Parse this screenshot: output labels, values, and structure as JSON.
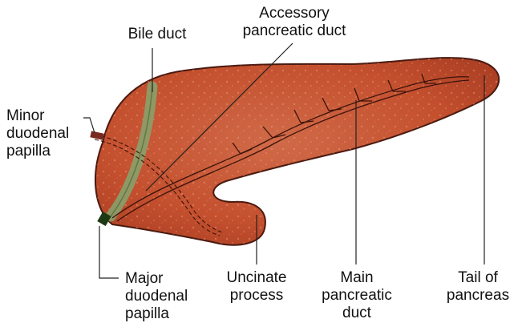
{
  "diagram": {
    "labels": {
      "bile_duct": [
        "Bile duct"
      ],
      "accessory_duct": [
        "Accessory",
        "pancreatic duct"
      ],
      "minor_papilla": [
        "Minor",
        "duodenal",
        "papilla"
      ],
      "major_papilla": [
        "Major",
        "duodenal",
        "papilla"
      ],
      "uncinate": [
        "Uncinate",
        "process"
      ],
      "main_duct": [
        "Main",
        "pancreatic",
        "duct"
      ],
      "tail": [
        "Tail of",
        "pancreas"
      ]
    },
    "colors": {
      "pancreas_fill": "#c4502e",
      "pancreas_outline": "#4a1a10",
      "bile_duct": "#8aa06a",
      "papilla": "#7a2a20",
      "leader_line": "#222222"
    }
  }
}
